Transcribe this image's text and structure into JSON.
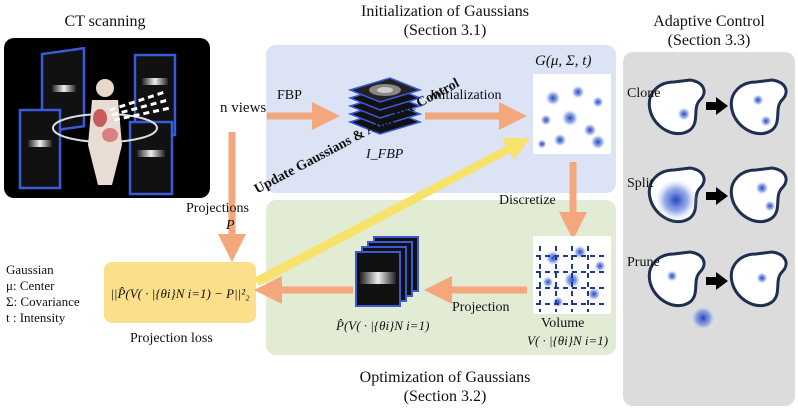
{
  "ct": {
    "title": "CT scanning"
  },
  "init": {
    "title": "Initialization of Gaussians",
    "section": "(Section 3.1)"
  },
  "opt": {
    "title": "Optimization of Gaussians",
    "section": "(Section 3.2)"
  },
  "ac": {
    "title": "Adaptive Control",
    "section": "(Section 3.3)",
    "clone": "Clone",
    "split": "Split",
    "prune": "Prune"
  },
  "labels": {
    "n_views": "n views",
    "fbp": "FBP",
    "i_fbp": "I_FBP",
    "initialization": "Initialization",
    "g_mu_sigma_t": "G(μ, Σ, t)",
    "discretize": "Discretize",
    "projections": "Projections",
    "p": "P",
    "update": "Update Gaussians & Adaptive Control",
    "projection": "Projection",
    "volume": "Volume",
    "volume_expr": "V( · |{θi}N i=1)",
    "p_hat_expr": "P̂(V( · |{θi}N i=1)",
    "loss_expr": "||P̂(V( · |{θi}N i=1) − P||²₂",
    "projection_loss": "Projection loss"
  },
  "legend": {
    "title": "Gaussian",
    "mu": "μ: Center",
    "sigma": "Σ: Covariance",
    "t": "t : Intensity"
  },
  "colors": {
    "init_panel": "#dbe3f5",
    "opt_panel": "#e2ecd5",
    "ac_panel": "#dcdcdc",
    "loss_box": "#fbdf8a",
    "arrow_orange": "#f4a77c",
    "arrow_yellow": "#f7e36b",
    "gaussian_blue": "#2f55c8"
  }
}
